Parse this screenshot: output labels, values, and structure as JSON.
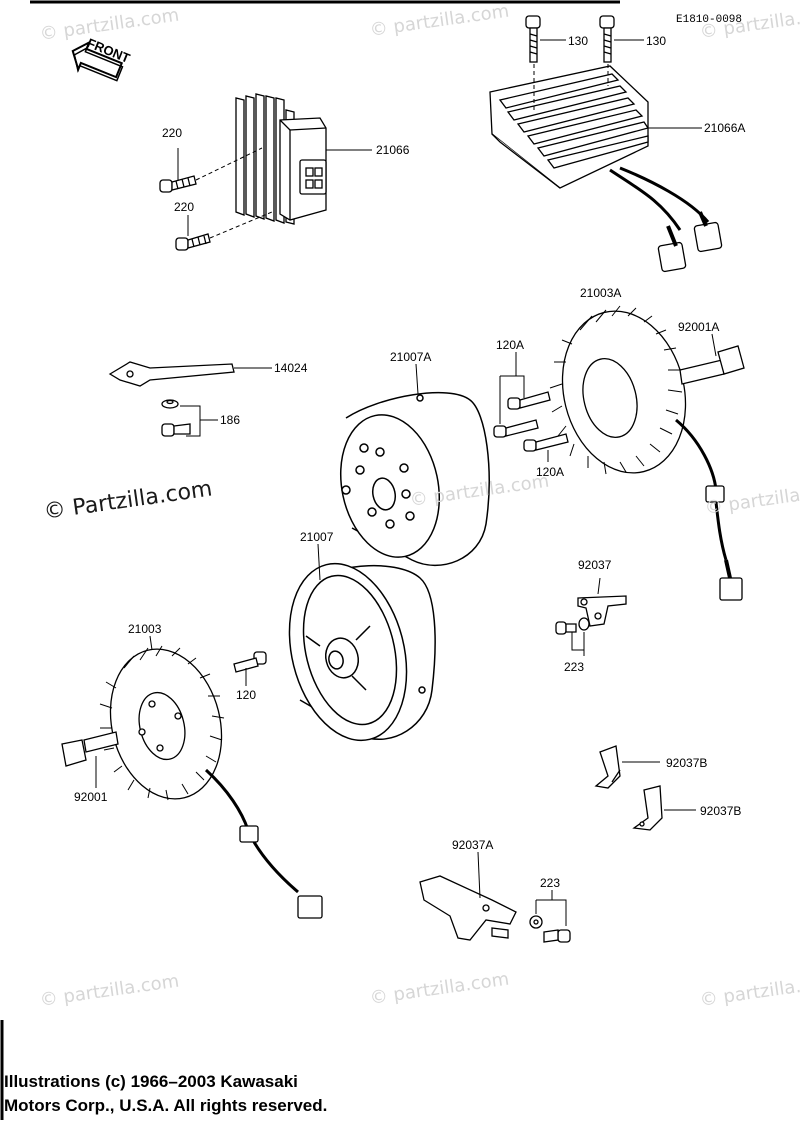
{
  "diagram_ref": "E1810-0098",
  "front_badge": "FRONT",
  "watermark_text": "© Partzilla.com",
  "watermark_small": "© partzilla.com",
  "copyright": {
    "line1": "Illustrations (c) 1966–2003 Kawasaki",
    "line2": "Motors Corp., U.S.A.  All rights reserved."
  },
  "labels": {
    "p130a": "130",
    "p130b": "130",
    "p21066A": "21066A",
    "p220a": "220",
    "p220b": "220",
    "p21066": "21066",
    "p21003A": "21003A",
    "p92001A": "92001A",
    "p14024": "14024",
    "p186": "186",
    "p21007A": "21007A",
    "p120A_top": "120A",
    "p120A_bot": "120A",
    "p21007": "21007",
    "p92037": "92037",
    "p223a": "223",
    "p21003": "21003",
    "p120": "120",
    "p92001": "92001",
    "p92037B_a": "92037B",
    "p92037B_b": "92037B",
    "p92037A": "92037A",
    "p223b": "223"
  }
}
